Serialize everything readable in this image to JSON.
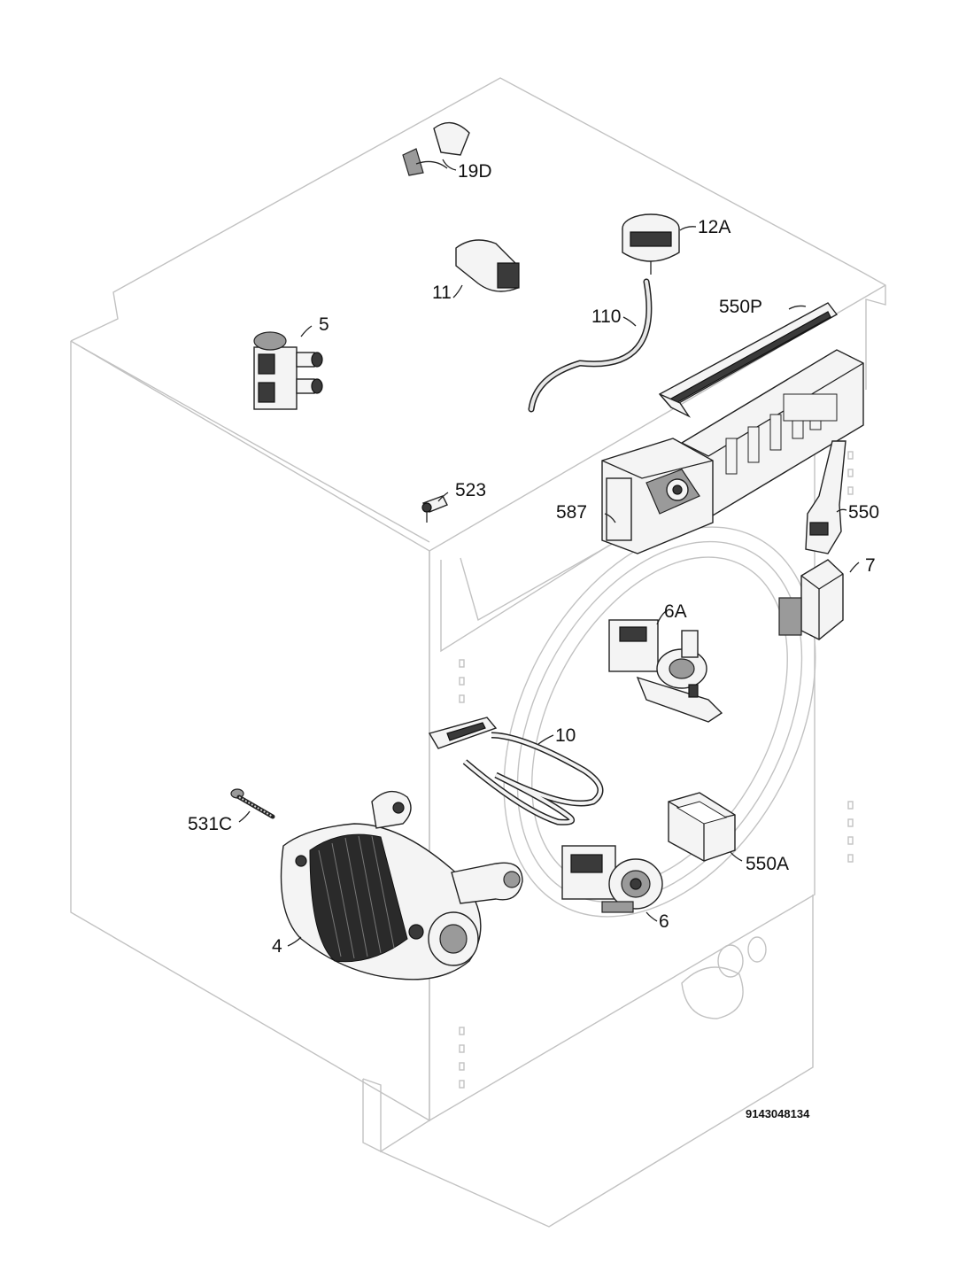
{
  "drawing_code": "9143048134",
  "parts": [
    {
      "id": "4",
      "label": "4"
    },
    {
      "id": "5",
      "label": "5"
    },
    {
      "id": "6",
      "label": "6"
    },
    {
      "id": "6A",
      "label": "6A"
    },
    {
      "id": "7",
      "label": "7"
    },
    {
      "id": "10",
      "label": "10"
    },
    {
      "id": "11",
      "label": "11"
    },
    {
      "id": "12A",
      "label": "12A"
    },
    {
      "id": "19D",
      "label": "19D"
    },
    {
      "id": "110",
      "label": "110"
    },
    {
      "id": "523",
      "label": "523"
    },
    {
      "id": "531C",
      "label": "531C"
    },
    {
      "id": "550",
      "label": "550"
    },
    {
      "id": "550A",
      "label": "550A"
    },
    {
      "id": "550P",
      "label": "550P"
    },
    {
      "id": "587",
      "label": "587"
    }
  ]
}
